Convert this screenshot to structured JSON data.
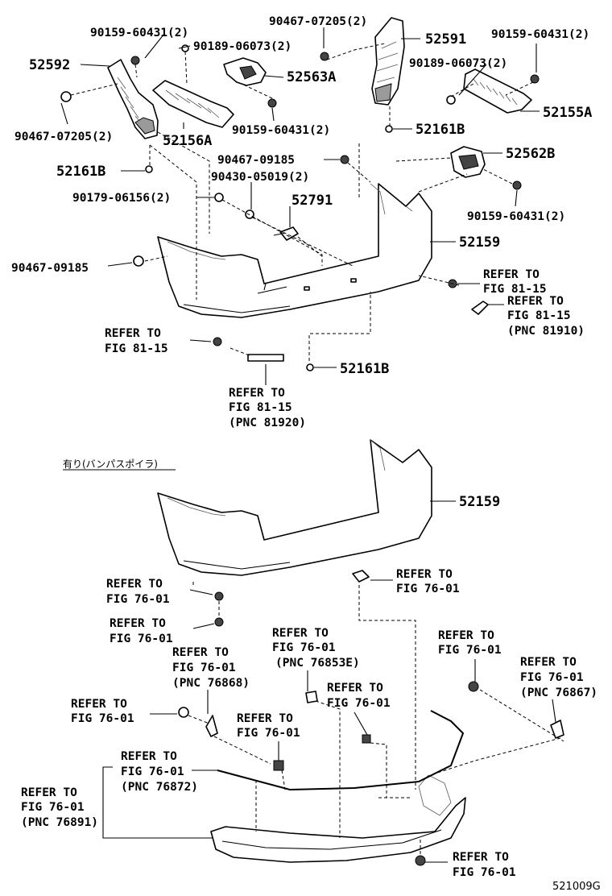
{
  "drawing_code": "521009G",
  "section_note": "有り(バンパスポイラ)",
  "pnc_52592": "52592",
  "pnc_52156a": "52156A",
  "pnc_52563a": "52563A",
  "pnc_52591": "52591",
  "pnc_52155a": "52155A",
  "pnc_52161b_top": "52161B",
  "pnc_52161b_left": "52161B",
  "pnc_52562b": "52562B",
  "pnc_52791": "52791",
  "pnc_52159_top": "52159",
  "pnc_52161b_bottom": "52161B",
  "pnc_52159_bottom": "52159",
  "part_90159_a": "90159-60431(2)",
  "part_90189_a": "90189-06073(2)",
  "part_90467_a": "90467-07205(2)",
  "part_90467_b": "90467-07205(2)",
  "part_90159_b": "90159-60431(2)",
  "part_90189_b": "90189-06073(2)",
  "part_90159_c": "90159-60431(2)",
  "part_90467_c": "90467-09185",
  "part_90430": "90430-05019(2)",
  "part_90179": "90179-06156(2)",
  "part_90159_d": "90159-60431(2)",
  "part_90467_d": "90467-09185",
  "refer_to": "REFER TO",
  "fig_81_15": "FIG 81-15",
  "pnc_81910": "(PNC 81910)",
  "pnc_81920": "(PNC 81920)",
  "fig_76_01": "FIG 76-01",
  "fig_76_01_arrow": "FIG 76-01",
  "pnc_76853e": "(PNC 76853E)",
  "pnc_76868": "(PNC 76868)",
  "pnc_76867": "(PNC 76867)",
  "pnc_76872": "(PNC 76872)",
  "pnc_76891": "(PNC 76891)"
}
